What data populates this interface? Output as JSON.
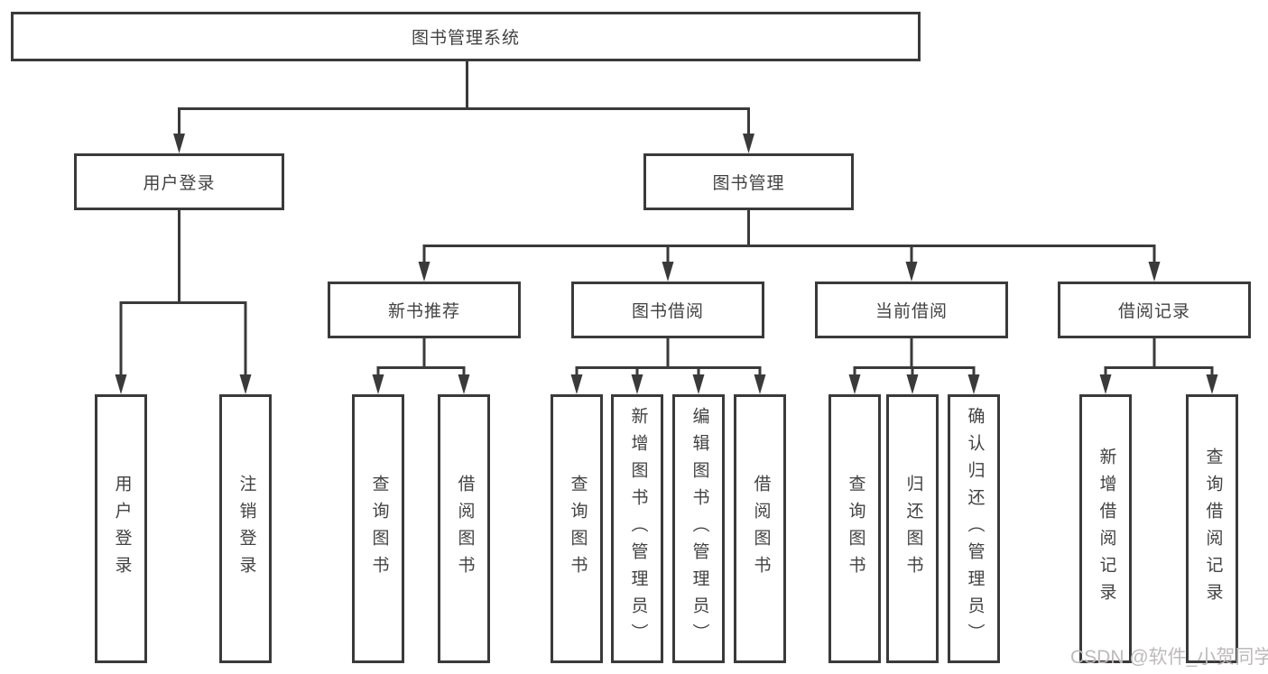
{
  "tree": {
    "label": "图书管理系统",
    "children": [
      {
        "label": "用户登录",
        "children": [
          {
            "label": "用户登录"
          },
          {
            "label": "注销登录"
          }
        ]
      },
      {
        "label": "图书管理",
        "children": [
          {
            "label": "新书推荐",
            "children": [
              {
                "label": "查询图书"
              },
              {
                "label": "借阅图书"
              }
            ]
          },
          {
            "label": "图书借阅",
            "children": [
              {
                "label": "查询图书"
              },
              {
                "label": "新增图书（管理员）"
              },
              {
                "label": "编辑图书（管理员）"
              },
              {
                "label": "借阅图书"
              }
            ]
          },
          {
            "label": "当前借阅",
            "children": [
              {
                "label": "查询图书"
              },
              {
                "label": "归还图书"
              },
              {
                "label": "确认归还（管理员）"
              }
            ]
          },
          {
            "label": "借阅记录",
            "children": [
              {
                "label": "新增借阅记录"
              },
              {
                "label": "查询借阅记录"
              }
            ]
          }
        ]
      }
    ]
  },
  "watermark": {
    "text": "CSDN @软件_小贺同学"
  },
  "colors": {
    "line": "#3a3a3a",
    "box_border": "#3a3a3a",
    "text": "#424242",
    "watermark": "#bdbaba"
  }
}
